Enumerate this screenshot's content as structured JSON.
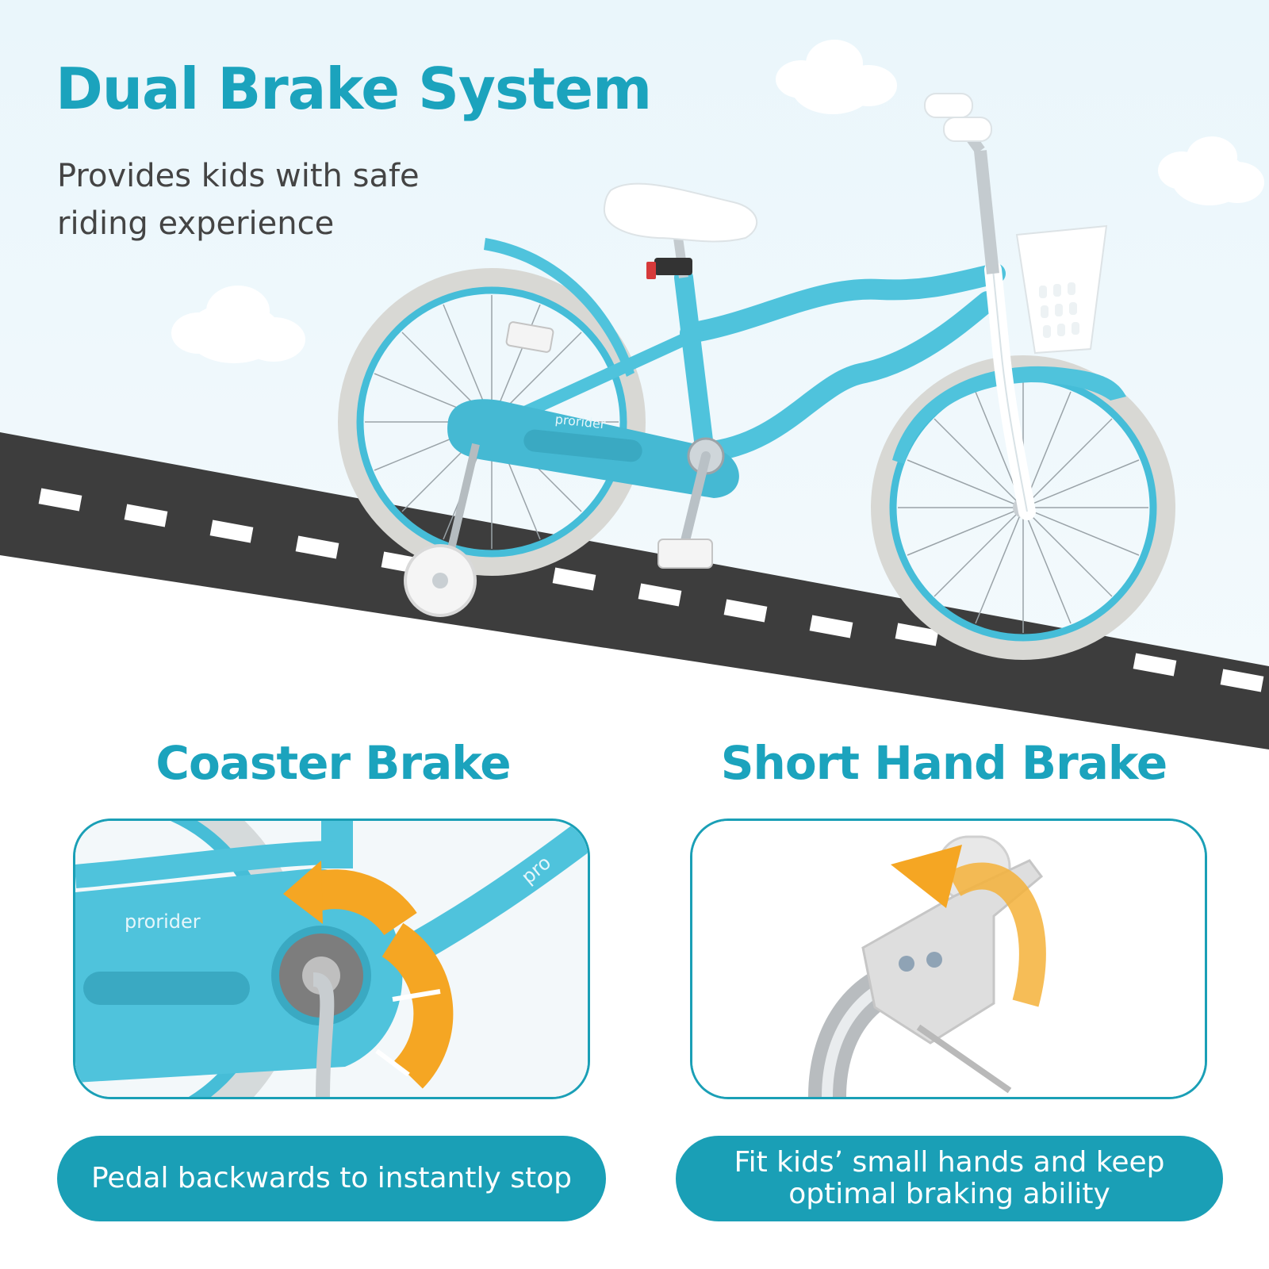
{
  "header": {
    "title": "Dual Brake System",
    "subtitle": "Provides kids with safe riding experience"
  },
  "brand": "prorider",
  "features": [
    {
      "heading": "Coaster Brake",
      "caption": "Pedal backwards to instantly stop"
    },
    {
      "heading": "Short Hand Brake",
      "caption": "Fit kids’ small hands and keep optimal braking ability"
    }
  ],
  "colors": {
    "accent": "#1ba3bd",
    "bike_frame": "#4fc3dc",
    "road": "#3d3d3d",
    "sky": "#eef7fb",
    "arrow": "#f5a623"
  }
}
